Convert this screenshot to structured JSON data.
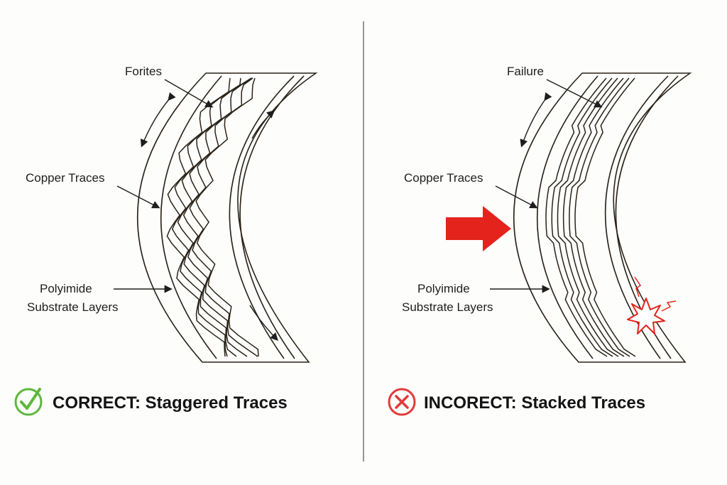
{
  "left_panel": {
    "label_top": "Forites",
    "label_mid": "Copper Traces",
    "label_bottom_line1": "Polyimide",
    "label_bottom_line2": "Substrate Layers",
    "caption": "CORRECT: Staggered Traces",
    "status_icon": "check-circle-icon",
    "status_color": "#5cb83a"
  },
  "right_panel": {
    "label_top": "Failure",
    "label_mid": "Copper Traces",
    "label_bottom_line1": "Polyimide",
    "label_bottom_line2": "Substrate Layers",
    "caption": "INCORECT: Stacked Traces",
    "status_icon": "x-circle-icon",
    "status_color": "#e23a3a",
    "force_color": "#e3231c",
    "crack_icon": "crack-burst-icon"
  },
  "colors": {
    "substrate": "#f2c07a",
    "substrate_light": "#f7d49f",
    "outline": "#2a2318"
  }
}
